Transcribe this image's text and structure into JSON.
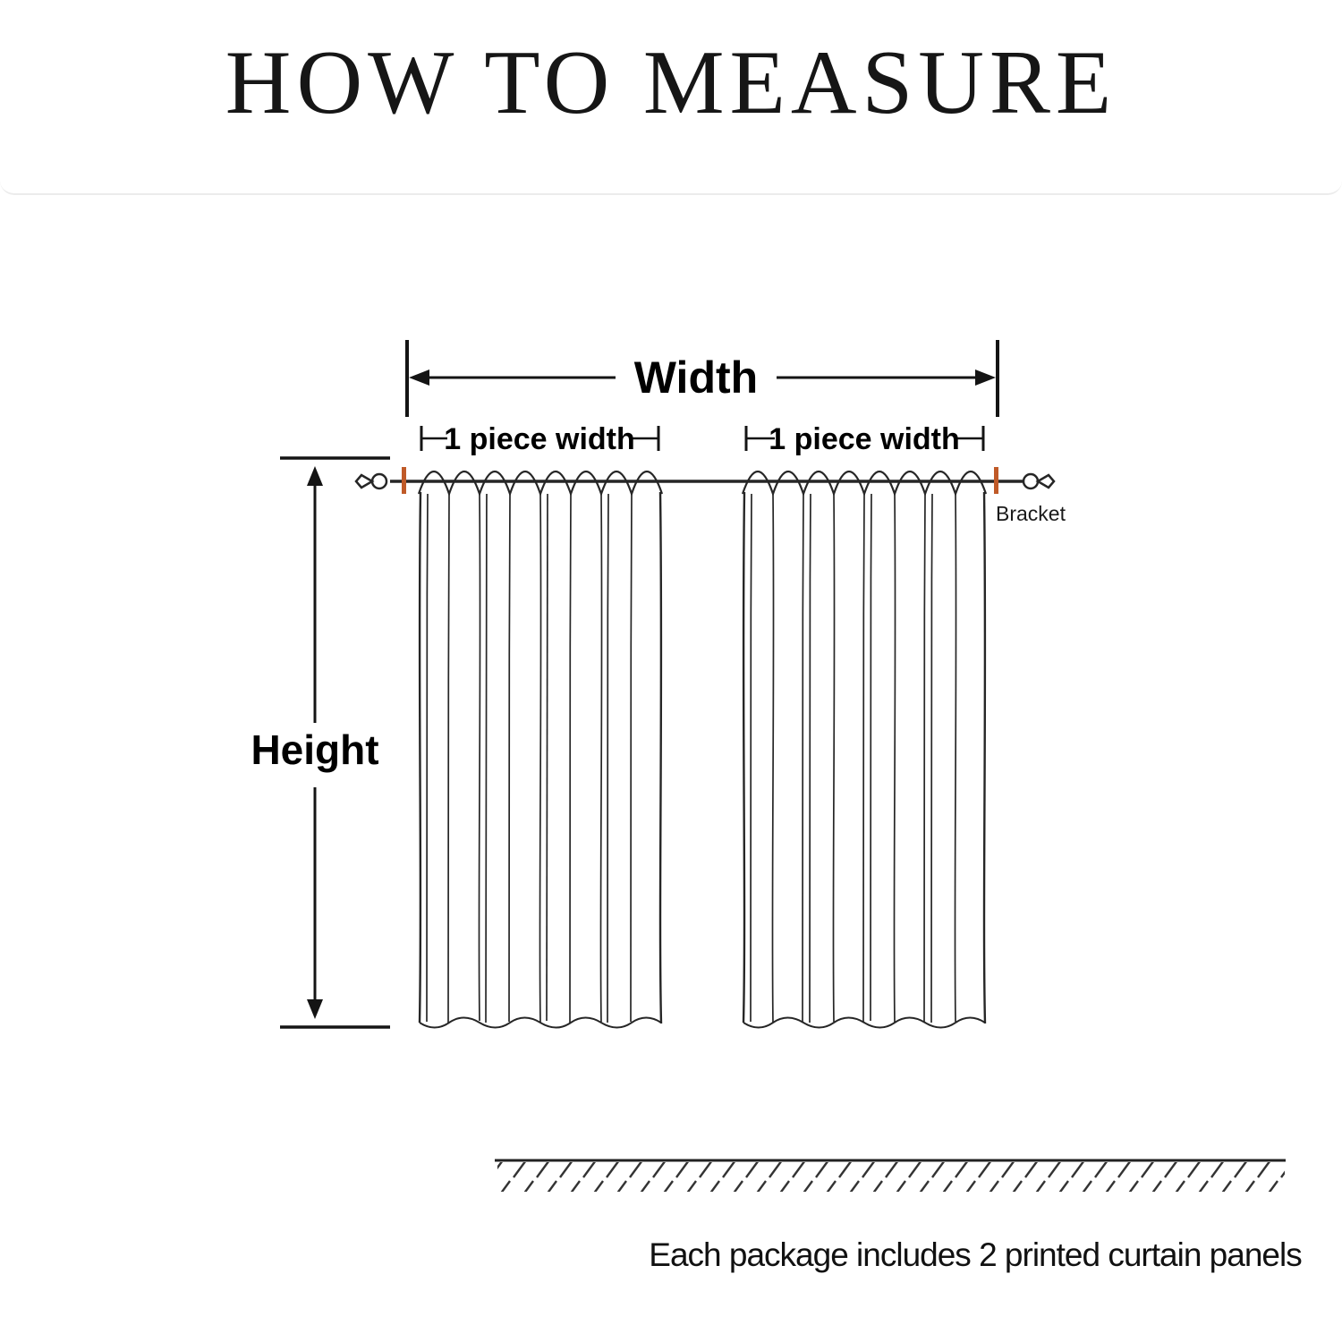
{
  "title": "HOW TO MEASURE",
  "labels": {
    "width": "Width",
    "piece_width_left": "1 piece width",
    "piece_width_right": "1 piece width",
    "height": "Height",
    "bracket": "Bracket"
  },
  "footer_note": "Each package includes 2 printed curtain panels",
  "colors": {
    "bracket_mark": "#c05a28",
    "ink": "#262626"
  }
}
